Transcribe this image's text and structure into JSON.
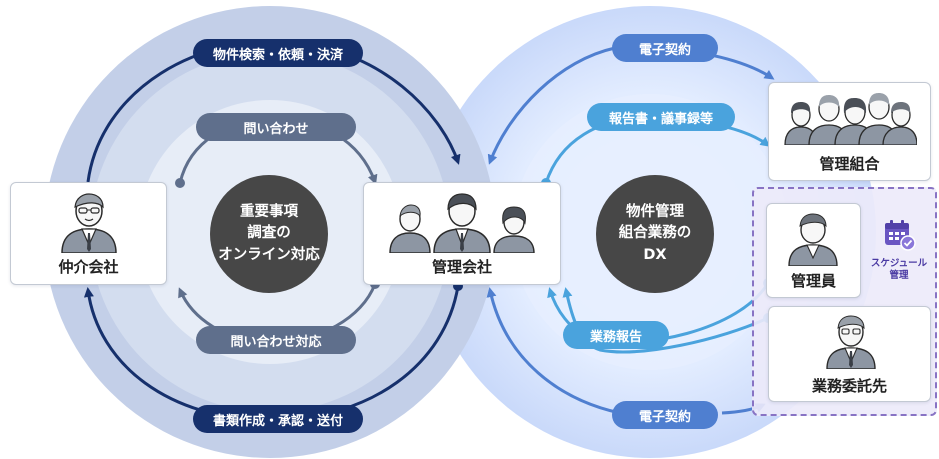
{
  "colors": {
    "left_ring": "#c3cfe8",
    "right_ring": "#c9d9fa",
    "dark_navy": "#16306c",
    "slate": "#5f6f8c",
    "mid_blue": "#4f7fd0",
    "light_blue": "#4aa3dd",
    "hub": "#474747",
    "purple": "#8873c4"
  },
  "left_cycle": {
    "top_pill": "物件検索・依頼・決済",
    "inner_top_pill": "問い合わせ",
    "inner_bottom_pill": "問い合わせ対応",
    "bottom_pill": "書類作成・承認・送付",
    "hub_lines": [
      "重要事項",
      "調査の",
      "オンライン対応"
    ]
  },
  "right_cycle": {
    "top_pill": "電子契約",
    "report_pill": "報告書・議事録等",
    "business_report_pill": "業務報告",
    "bottom_pill": "電子契約",
    "hub_lines": [
      "物件管理",
      "組合業務の",
      "DX"
    ]
  },
  "cards": {
    "broker": "仲介会社",
    "management_company": "管理会社",
    "association": "管理組合",
    "manager": "管理員",
    "contractor": "業務委託先"
  },
  "schedule": {
    "icon": "calendar-check-icon",
    "label_line1": "スケジュール",
    "label_line2": "管理"
  }
}
